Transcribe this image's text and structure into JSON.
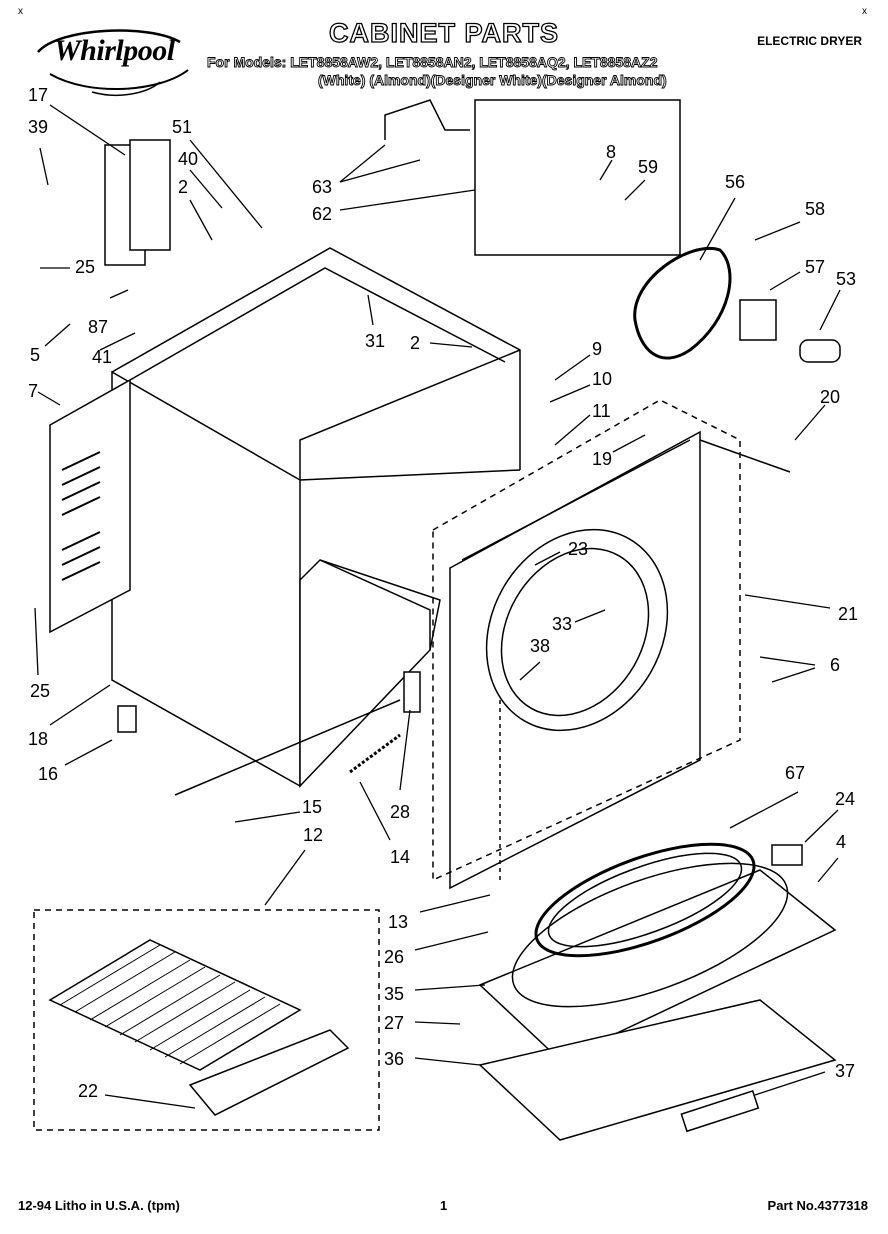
{
  "header": {
    "brand": "Whirlpool",
    "title": "CABINET PARTS",
    "category": "ELECTRIC DRYER",
    "models_line": "For Models: LET8858AW2, LET8858AN2, LET8858AQ2, LET8858AZ2",
    "colors_line": "(White)    (Almond)(Designer White)(Designer Almond)"
  },
  "callouts": [
    {
      "id": "c17",
      "label": "17"
    },
    {
      "id": "c39",
      "label": "39"
    },
    {
      "id": "c51",
      "label": "51"
    },
    {
      "id": "c40",
      "label": "40"
    },
    {
      "id": "c2a",
      "label": "2"
    },
    {
      "id": "c25a",
      "label": "25"
    },
    {
      "id": "c87",
      "label": "87"
    },
    {
      "id": "c5",
      "label": "5"
    },
    {
      "id": "c41",
      "label": "41"
    },
    {
      "id": "c7",
      "label": "7"
    },
    {
      "id": "c63",
      "label": "63"
    },
    {
      "id": "c62",
      "label": "62"
    },
    {
      "id": "c8",
      "label": "8"
    },
    {
      "id": "c59",
      "label": "59"
    },
    {
      "id": "c56",
      "label": "56"
    },
    {
      "id": "c58",
      "label": "58"
    },
    {
      "id": "c57",
      "label": "57"
    },
    {
      "id": "c53",
      "label": "53"
    },
    {
      "id": "c31",
      "label": "31"
    },
    {
      "id": "c2b",
      "label": "2"
    },
    {
      "id": "c9",
      "label": "9"
    },
    {
      "id": "c10",
      "label": "10"
    },
    {
      "id": "c11",
      "label": "11"
    },
    {
      "id": "c20",
      "label": "20"
    },
    {
      "id": "c19",
      "label": "19"
    },
    {
      "id": "c23",
      "label": "23"
    },
    {
      "id": "c21",
      "label": "21"
    },
    {
      "id": "c33",
      "label": "33"
    },
    {
      "id": "c38",
      "label": "38"
    },
    {
      "id": "c6",
      "label": "6"
    },
    {
      "id": "c25b",
      "label": "25"
    },
    {
      "id": "c18",
      "label": "18"
    },
    {
      "id": "c16",
      "label": "16"
    },
    {
      "id": "c15",
      "label": "15"
    },
    {
      "id": "c28",
      "label": "28"
    },
    {
      "id": "c12",
      "label": "12"
    },
    {
      "id": "c14",
      "label": "14"
    },
    {
      "id": "c67",
      "label": "67"
    },
    {
      "id": "c24",
      "label": "24"
    },
    {
      "id": "c4",
      "label": "4"
    },
    {
      "id": "c13",
      "label": "13"
    },
    {
      "id": "c26",
      "label": "26"
    },
    {
      "id": "c35",
      "label": "35"
    },
    {
      "id": "c27",
      "label": "27"
    },
    {
      "id": "c36",
      "label": "36"
    },
    {
      "id": "c37",
      "label": "37"
    },
    {
      "id": "c22",
      "label": "22"
    }
  ],
  "footer": {
    "left": "12-94 Litho in U.S.A. (tpm)",
    "page": "1",
    "part_no": "Part No.4377318"
  },
  "corner_mark": "x"
}
